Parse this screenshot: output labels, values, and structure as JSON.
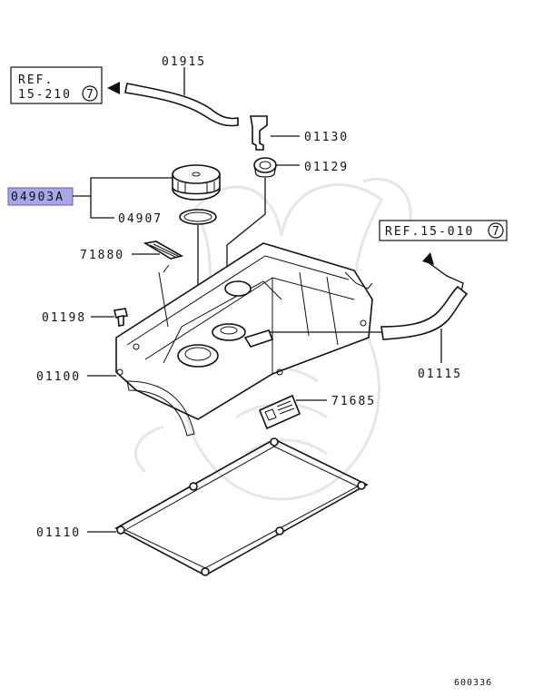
{
  "refs": {
    "left": {
      "line1": "REF.",
      "line2": "15-210",
      "circle": "7"
    },
    "right": {
      "text": "REF.15-010",
      "circle": "7"
    }
  },
  "labels": {
    "p01915": "01915",
    "p01130": "01130",
    "p01129": "01129",
    "p04903A": "04903A",
    "p04907": "04907",
    "p71880": "71880",
    "p01198": "01198",
    "p01100": "01100",
    "p71685": "71685",
    "p01115": "01115",
    "p01110": "01110"
  },
  "diagram_id": "600336",
  "colors": {
    "highlight": "#a7a7e8",
    "ink": "#111111",
    "watermark": "#e6e6e6"
  }
}
